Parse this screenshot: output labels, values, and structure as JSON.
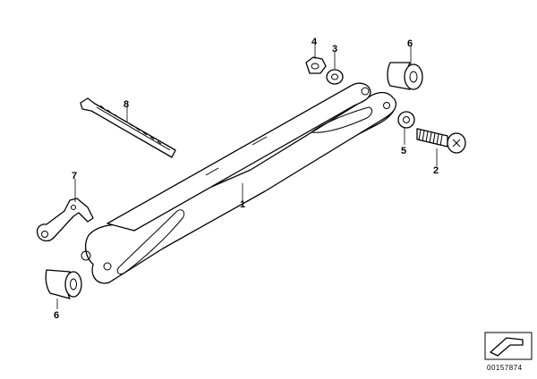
{
  "callouts": {
    "arm": "1",
    "bolt": "2",
    "washer_top": "3",
    "nut": "4",
    "washer_side": "5",
    "bushing_top": "6",
    "bushing_bottom": "6",
    "clip": "7",
    "cable_tie": "8"
  },
  "document_number": "00157874"
}
